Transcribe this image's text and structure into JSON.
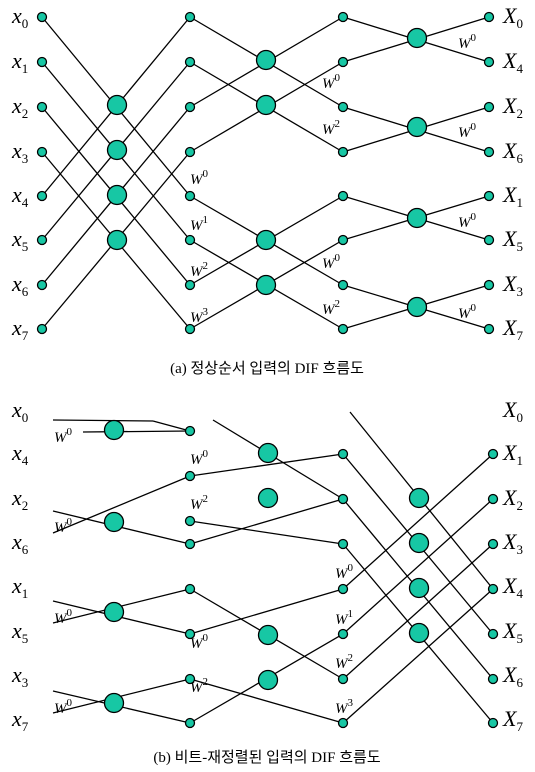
{
  "captions": {
    "a": "(a) 정상순서 입력의 DIF 흐름도",
    "b": "(b) 비트-재정렬된 입력의 DIF 흐름도"
  },
  "diagram_a": {
    "inputs": [
      {
        "base": "x",
        "sub": "0"
      },
      {
        "base": "x",
        "sub": "1"
      },
      {
        "base": "x",
        "sub": "2"
      },
      {
        "base": "x",
        "sub": "3"
      },
      {
        "base": "x",
        "sub": "4"
      },
      {
        "base": "x",
        "sub": "5"
      },
      {
        "base": "x",
        "sub": "6"
      },
      {
        "base": "x",
        "sub": "7"
      }
    ],
    "outputs": [
      {
        "base": "X",
        "sub": "0"
      },
      {
        "base": "X",
        "sub": "4"
      },
      {
        "base": "X",
        "sub": "2"
      },
      {
        "base": "X",
        "sub": "6"
      },
      {
        "base": "X",
        "sub": "1"
      },
      {
        "base": "X",
        "sub": "5"
      },
      {
        "base": "X",
        "sub": "3"
      },
      {
        "base": "X",
        "sub": "7"
      }
    ],
    "twiddles": [
      {
        "base": "W",
        "exp": "0"
      },
      {
        "base": "W",
        "exp": "1"
      },
      {
        "base": "W",
        "exp": "2"
      },
      {
        "base": "W",
        "exp": "3"
      },
      {
        "base": "W",
        "exp": "0"
      },
      {
        "base": "W",
        "exp": "2"
      },
      {
        "base": "W",
        "exp": "0"
      },
      {
        "base": "W",
        "exp": "2"
      },
      {
        "base": "W",
        "exp": "0"
      },
      {
        "base": "W",
        "exp": "0"
      },
      {
        "base": "W",
        "exp": "0"
      },
      {
        "base": "W",
        "exp": "0"
      }
    ]
  },
  "diagram_b": {
    "inputs": [
      {
        "base": "x",
        "sub": "0"
      },
      {
        "base": "x",
        "sub": "4"
      },
      {
        "base": "x",
        "sub": "2"
      },
      {
        "base": "x",
        "sub": "6"
      },
      {
        "base": "x",
        "sub": "1"
      },
      {
        "base": "x",
        "sub": "5"
      },
      {
        "base": "x",
        "sub": "3"
      },
      {
        "base": "x",
        "sub": "7"
      }
    ],
    "outputs": [
      {
        "base": "X",
        "sub": "0"
      },
      {
        "base": "X",
        "sub": "1"
      },
      {
        "base": "X",
        "sub": "2"
      },
      {
        "base": "X",
        "sub": "3"
      },
      {
        "base": "X",
        "sub": "4"
      },
      {
        "base": "X",
        "sub": "5"
      },
      {
        "base": "X",
        "sub": "6"
      },
      {
        "base": "X",
        "sub": "7"
      }
    ],
    "twiddles": [
      {
        "base": "W",
        "exp": "0"
      },
      {
        "base": "W",
        "exp": "0"
      },
      {
        "base": "W",
        "exp": "0"
      },
      {
        "base": "W",
        "exp": "0"
      },
      {
        "base": "W",
        "exp": "0"
      },
      {
        "base": "W",
        "exp": "2"
      },
      {
        "base": "W",
        "exp": "0"
      },
      {
        "base": "W",
        "exp": "2"
      },
      {
        "base": "W",
        "exp": "0"
      },
      {
        "base": "W",
        "exp": "1"
      },
      {
        "base": "W",
        "exp": "2"
      },
      {
        "base": "W",
        "exp": "3"
      }
    ]
  },
  "colors": {
    "node_fill": "#17c7a4",
    "line": "#000000"
  }
}
